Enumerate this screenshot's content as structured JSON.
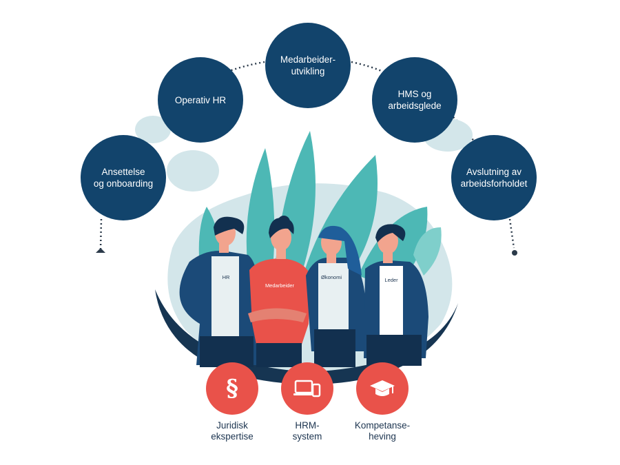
{
  "process_steps": [
    {
      "label": "Ansettelse\nog onboarding"
    },
    {
      "label": "Operativ HR"
    },
    {
      "label": "Medarbeider-\nutvikling"
    },
    {
      "label": "HMS og\narbeidsglede"
    },
    {
      "label": "Avslutning av\narbeidsforholdet"
    }
  ],
  "people": [
    {
      "tag": "HR"
    },
    {
      "tag": "Medarbeider"
    },
    {
      "tag": "Økonomi"
    },
    {
      "tag": "Leder"
    }
  ],
  "support_areas": [
    {
      "label": "Juridisk\nekspertise",
      "icon": "paragraph-icon"
    },
    {
      "label": "HRM-\nsystem",
      "icon": "devices-icon"
    },
    {
      "label": "Kompetanse-\nheving",
      "icon": "graduation-cap-icon"
    }
  ],
  "colors": {
    "navy": "#12446c",
    "teal": "#4db8b5",
    "light_blue": "#d3e6ea",
    "coral": "#e9524a"
  }
}
